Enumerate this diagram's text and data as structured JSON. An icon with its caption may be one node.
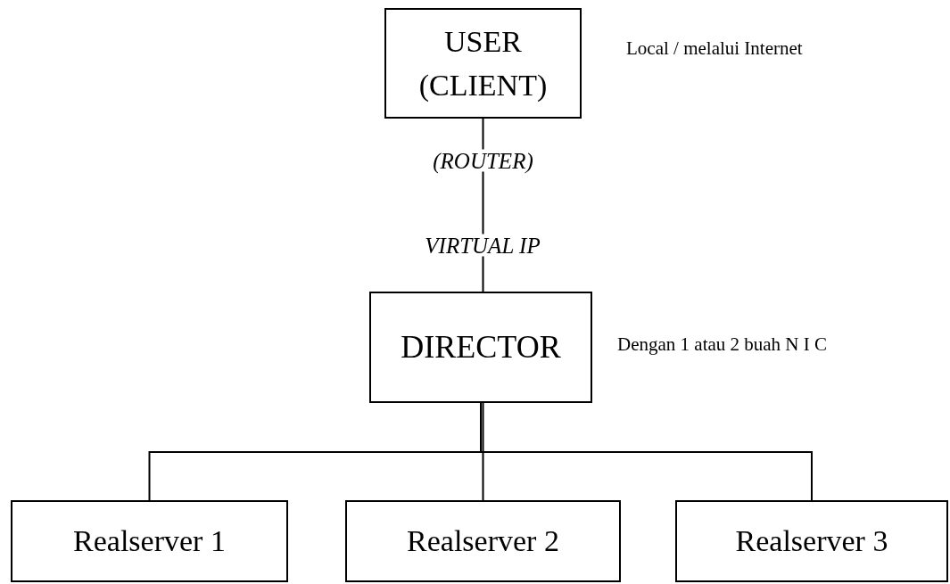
{
  "diagram": {
    "nodes": [
      {
        "text": [
          "USER (CLIENT)"
        ],
        "beside": [
          "Local / melalui Internet"
        ]
      },
      {
        "text": [
          "DIRECTOR"
        ],
        "beside": [
          "Dengan 1 atau 2 buah N I C"
        ]
      },
      {
        "text": [
          "Realserver 1"
        ]
      },
      {
        "text": [
          "Realserver 2"
        ]
      },
      {
        "text": [
          "Realserver 3"
        ]
      }
    ],
    "edges": [
      {
        "from": 0,
        "to": 1,
        "arrow": "none",
        "label": "(ROUTER)"
      },
      {
        "from": 1,
        "to": 2,
        "arrow": "none"
      },
      {
        "from": 1,
        "to": 3,
        "arrow": "none"
      },
      {
        "from": 1,
        "to": 4,
        "arrow": "none"
      }
    ],
    "labels": [
      "VIRTUAL IP"
    ]
  }
}
